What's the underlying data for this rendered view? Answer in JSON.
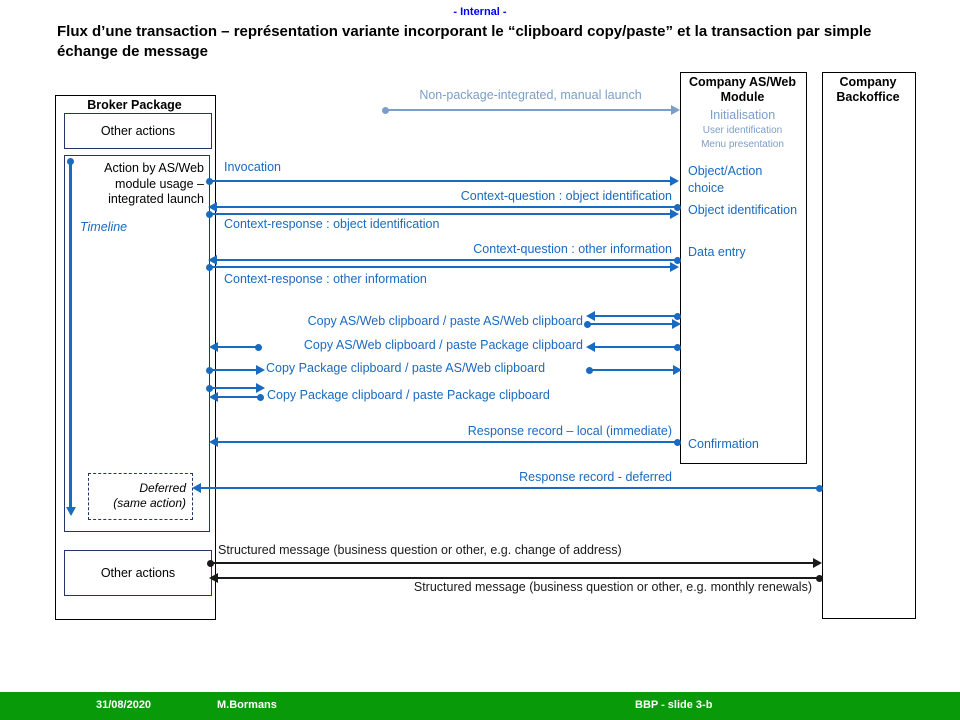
{
  "header": {
    "classification": "- Internal -",
    "title": "Flux d’une transaction – représentation variante incorporant le “clipboard copy/paste” et la transaction par simple échange de message"
  },
  "lanes": {
    "broker": {
      "title": "Broker Package",
      "other_actions_top": "Other actions",
      "action_label": "Action by AS/Web module usage – integrated launch",
      "timeline_label": "Timeline",
      "deferred_line1": "Deferred",
      "deferred_line2": "(same action)",
      "other_actions_bottom": "Other actions"
    },
    "asweb": {
      "title": "Company AS/Web Module",
      "states": [
        "Initialisation",
        "User identification",
        "Menu presentation"
      ],
      "object_action": "Object/Action choice",
      "object_id": "Object identification",
      "data_entry": "Data entry",
      "confirmation": "Confirmation"
    },
    "backoffice": {
      "title": "Company Backoffice"
    }
  },
  "messages": {
    "manual_launch": "Non-package-integrated,  manual  launch",
    "invocation": "Invocation",
    "ctx_q_obj": "Context-question : object identification",
    "ctx_r_obj": "Context-response : object identification",
    "ctx_q_other": "Context-question : other information",
    "ctx_r_other": "Context-response : other information",
    "copy_aw_paste_aw": "Copy AS/Web clipboard / paste AS/Web clipboard",
    "copy_aw_paste_pkg": "Copy AS/Web clipboard / paste Package clipboard",
    "copy_pkg_paste_aw": "Copy Package clipboard / paste AS/Web clipboard",
    "copy_pkg_paste_pkg": "Copy Package clipboard / paste Package clipboard",
    "resp_local": "Response record – local (immediate)",
    "resp_deferred": "Response record - deferred",
    "struct_addr": "Structured message (business question or other, e.g. change of address)",
    "struct_renew": "Structured message (business question or other, e.g. monthly renewals)"
  },
  "footer": {
    "date": "31/08/2020",
    "author": "M.Bormans",
    "slide": "BBP  -  slide 3-b"
  },
  "colors": {
    "accent_blue": "#1A6ABF",
    "muted_blue": "#7D9EC8",
    "internal_blue": "#0000FF",
    "footer_green": "#089A08"
  }
}
